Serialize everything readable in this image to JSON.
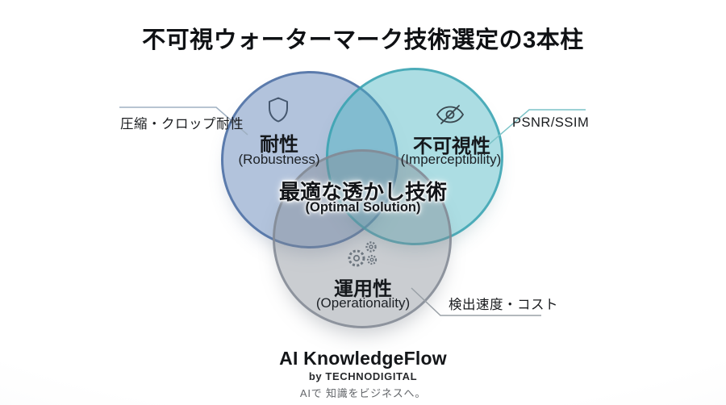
{
  "title": "不可視ウォーターマーク技術選定の3本柱",
  "diagram": {
    "robustness": {
      "label_jp": "耐性",
      "label_en": "(Robustness)",
      "icon": "shield-icon",
      "icon_color": "#46586f",
      "fill": "#557ab1",
      "border": "#4669a0"
    },
    "imperceptibility": {
      "label_jp": "不可視性",
      "label_en": "(Imperceptibility)",
      "icon": "eye-off-icon",
      "icon_color": "#39474f",
      "fill": "#46b4c1",
      "border": "#34a0af"
    },
    "operationality": {
      "label_jp": "運用性",
      "label_en": "(Operationality)",
      "icon": "gears-icon",
      "icon_color": "#6e7780",
      "fill": "#808892",
      "border": "#828a94"
    },
    "center": {
      "label_jp": "最適な透かし技術",
      "label_en": "(Optimal Solution)"
    },
    "annotations": {
      "left": {
        "text": "圧縮・クロップ耐性",
        "line_color": "#9fb0c2"
      },
      "right": {
        "text": "PSNR/SSIM",
        "line_color": "#7cc4c8"
      },
      "bottom": {
        "text": "検出速度・コスト",
        "line_color": "#9aa1a7"
      }
    }
  },
  "footer": {
    "brand": "AI KnowledgeFlow",
    "byline": "by TECHNODIGITAL",
    "tagline": "AIで 知識をビジネスへ。"
  }
}
